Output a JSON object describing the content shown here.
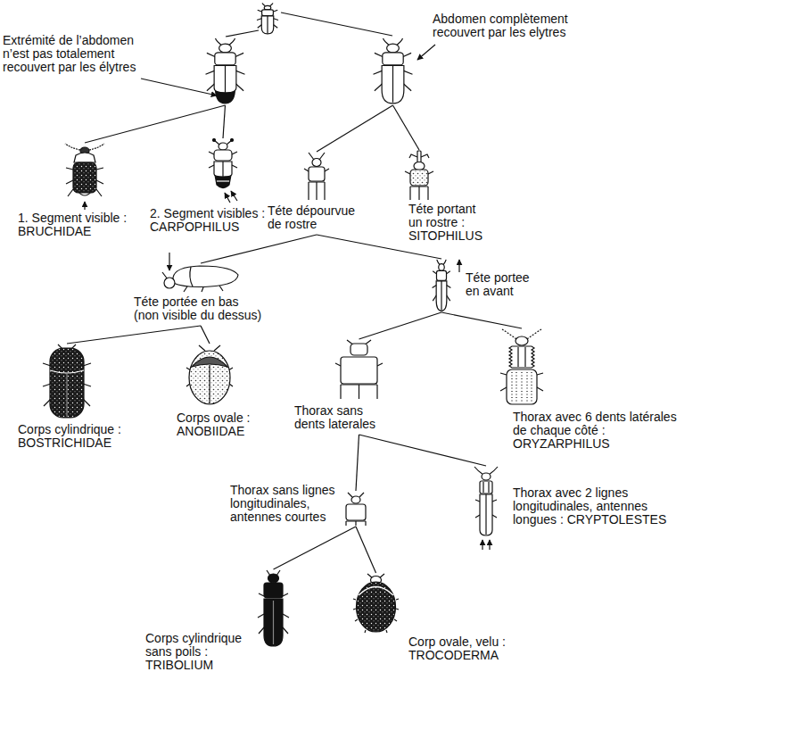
{
  "diagram": {
    "nodes": [
      {
        "text": [
          "Extrémité de l’abdomen n’est pas totalement recouvert par les élytres"
        ]
      },
      {
        "text": [
          "Abdomen complètement recouvert par les elytres"
        ]
      },
      {
        "text": [
          "1. Segment visible : BRUCHIDAE"
        ]
      },
      {
        "text": [
          "2. Segment visibles : CARPOPHILUS"
        ]
      },
      {
        "text": [
          "Téte dépourvue de rostre"
        ]
      },
      {
        "text": [
          "Téte portant un rostre : SITOPHILUS"
        ]
      },
      {
        "text": [
          "Téte portée en bas (non visible du dessus)"
        ]
      },
      {
        "text": [
          "Téte portee en avant"
        ]
      },
      {
        "text": [
          "Corps cylindrique : BOSTRICHIDAE"
        ]
      },
      {
        "text": [
          "Corps ovale : ANOBIIDAE"
        ]
      },
      {
        "text": [
          "Thorax sans dents laterales"
        ]
      },
      {
        "text": [
          "Thorax avec 6 dents latérales de chaque côté : ORYZARPHILUS"
        ]
      },
      {
        "text": [
          "Thorax sans lignes longitudinales, antennes courtes"
        ]
      },
      {
        "text": [
          "Thorax avec 2 lignes longitudinales, antennes longues : CRYPTOLESTES"
        ]
      },
      {
        "text": [
          "Corps cylindrique sans poils : TRIBOLIUM"
        ]
      },
      {
        "text": [
          "Corp ovale, velu : TROCODERMA"
        ]
      }
    ],
    "edges": [
      {
        "from": 0,
        "to": 2,
        "arrow": "none"
      },
      {
        "from": 0,
        "to": 3,
        "arrow": "none"
      },
      {
        "from": 1,
        "to": 4,
        "arrow": "none"
      },
      {
        "from": 1,
        "to": 5,
        "arrow": "none"
      },
      {
        "from": 4,
        "to": 6,
        "arrow": "none"
      },
      {
        "from": 4,
        "to": 7,
        "arrow": "none"
      },
      {
        "from": 6,
        "to": 8,
        "arrow": "none"
      },
      {
        "from": 6,
        "to": 9,
        "arrow": "none"
      },
      {
        "from": 7,
        "to": 10,
        "arrow": "none"
      },
      {
        "from": 7,
        "to": 11,
        "arrow": "none"
      },
      {
        "from": 10,
        "to": 12,
        "arrow": "none"
      },
      {
        "from": 10,
        "to": 13,
        "arrow": "none"
      },
      {
        "from": 12,
        "to": 14,
        "arrow": "none"
      },
      {
        "from": 12,
        "to": 15,
        "arrow": "none"
      }
    ]
  }
}
